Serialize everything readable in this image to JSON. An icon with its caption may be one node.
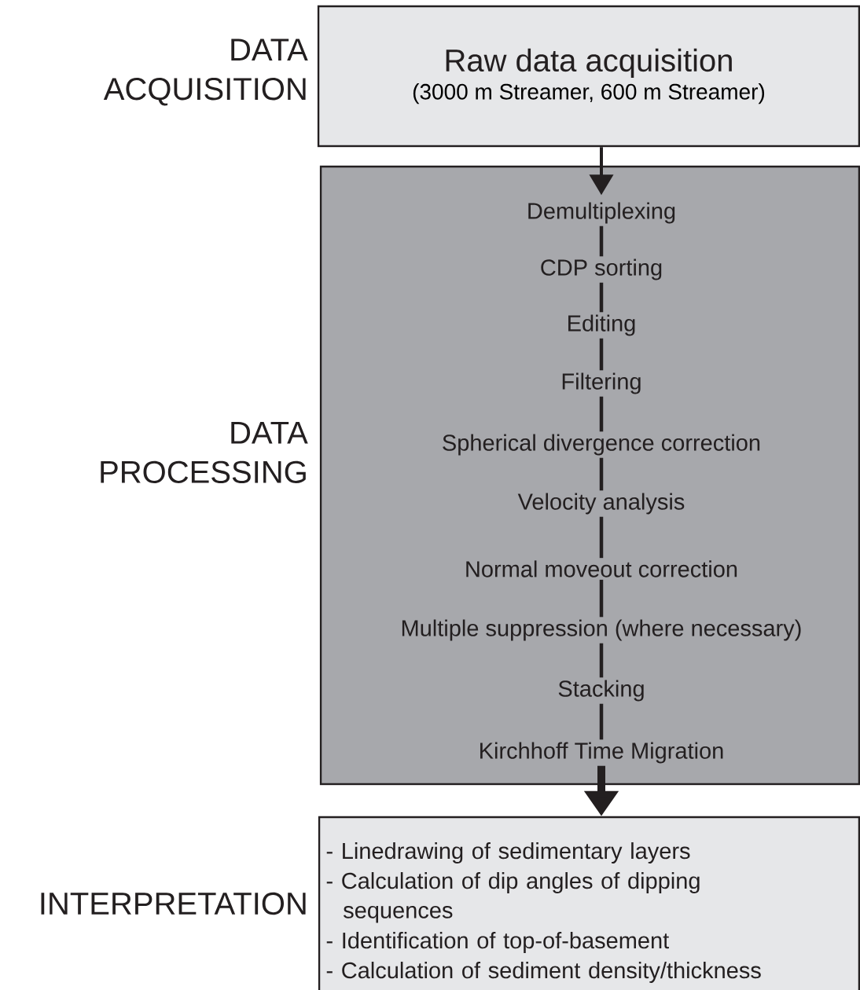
{
  "diagram": {
    "nodes": [
      {
        "text": [
          "Raw data acquisition",
          "(3000 m Streamer, 600 m Streamer)"
        ],
        "beside": [
          "DATA ACQUISITION"
        ]
      },
      {
        "text": [],
        "shape": "box",
        "beside": [
          "DATA PROCESSING"
        ]
      },
      {
        "text": [
          "Demultiplexing"
        ],
        "in": 1
      },
      {
        "text": [
          "CDP sorting"
        ],
        "in": 1
      },
      {
        "text": [
          "Editing"
        ],
        "in": 1
      },
      {
        "text": [
          "Filtering"
        ],
        "in": 1
      },
      {
        "text": [
          "Spherical divergence correction"
        ],
        "in": 1
      },
      {
        "text": [
          "Velocity analysis"
        ],
        "in": 1
      },
      {
        "text": [
          "Normal moveout correction"
        ],
        "in": 1
      },
      {
        "text": [
          "Multiple suppression (where necessary)"
        ],
        "in": 1
      },
      {
        "text": [
          "Stacking"
        ],
        "in": 1
      },
      {
        "text": [
          "Kirchhoff Time Migration"
        ],
        "in": 1
      },
      {
        "text": [
          "- Linedrawing of sedimentary layers",
          "- Calculation of dip angles of dipping sequences",
          "- Identification of top-of-basement",
          "- Calculation of sediment density/thickness"
        ],
        "beside": [
          "INTERPRETATION"
        ]
      }
    ],
    "edges": [
      {
        "from": 0,
        "to": 2,
        "arrow": "to"
      },
      {
        "from": 2,
        "to": 3,
        "arrow": "none"
      },
      {
        "from": 3,
        "to": 4,
        "arrow": "none"
      },
      {
        "from": 4,
        "to": 5,
        "arrow": "none"
      },
      {
        "from": 5,
        "to": 6,
        "arrow": "none"
      },
      {
        "from": 6,
        "to": 7,
        "arrow": "none"
      },
      {
        "from": 7,
        "to": 8,
        "arrow": "none"
      },
      {
        "from": 8,
        "to": 9,
        "arrow": "none"
      },
      {
        "from": 9,
        "to": 10,
        "arrow": "none"
      },
      {
        "from": 10,
        "to": 11,
        "arrow": "none"
      },
      {
        "from": 11,
        "to": 12,
        "arrow": "to",
        "style": "thick"
      }
    ]
  }
}
